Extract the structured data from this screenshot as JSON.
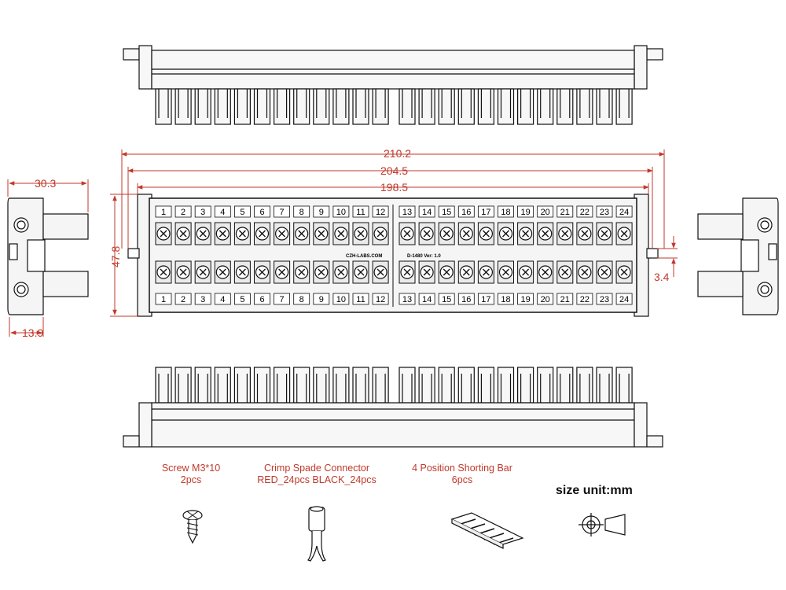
{
  "dimensions": {
    "overall_length": "210.2",
    "mount_hole_pitch": "204.5",
    "body_length": "198.5",
    "depth": "30.3",
    "height": "47.8",
    "rail_offset": "13.9",
    "slot_width": "3.4"
  },
  "terminal_numbers": [
    "1",
    "2",
    "3",
    "4",
    "5",
    "6",
    "7",
    "8",
    "9",
    "10",
    "11",
    "12",
    "13",
    "14",
    "15",
    "16",
    "17",
    "18",
    "19",
    "20",
    "21",
    "22",
    "23",
    "24"
  ],
  "board_marks": {
    "website": "CZH-LABS.COM",
    "model": "D-1480 Ver: 1.0"
  },
  "accessories": [
    {
      "title": "Screw M3*10",
      "qty": "2pcs"
    },
    {
      "title": "Crimp Spade Connector",
      "qty": "RED_24pcs BLACK_24pcs"
    },
    {
      "title": "4 Position Shorting Bar",
      "qty": "6pcs"
    }
  ],
  "size_unit": "size unit:mm",
  "colors": {
    "dimension": "#c0392b",
    "outline": "#111111",
    "body_fill": "#f5f5f5"
  }
}
